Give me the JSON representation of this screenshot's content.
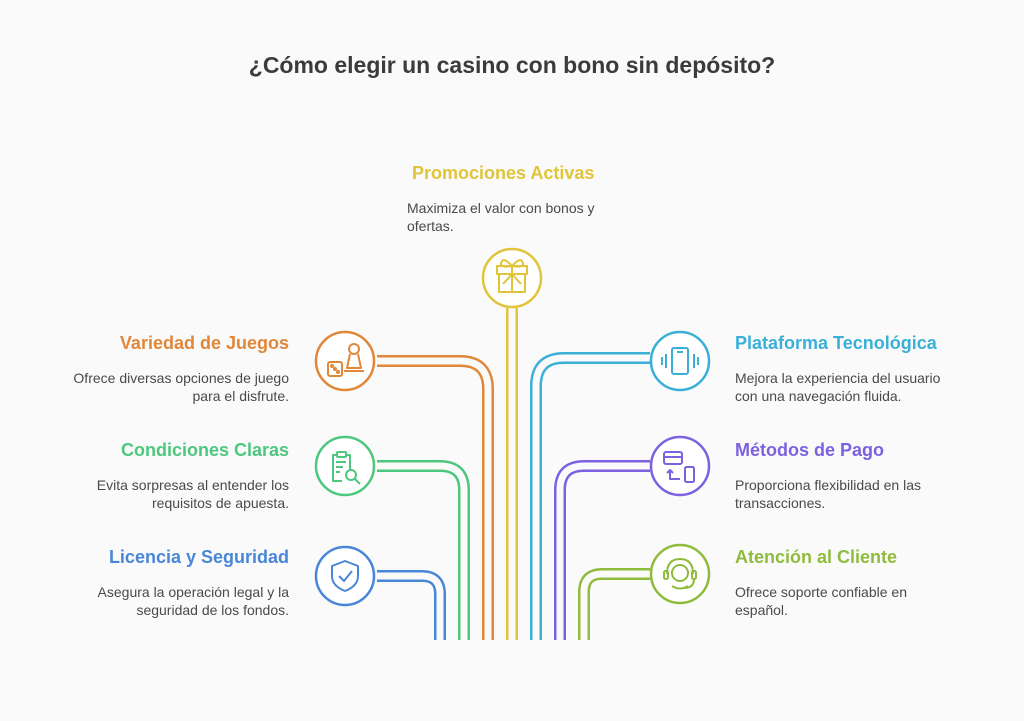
{
  "title": "¿Cómo elegir un casino con bono sin depósito?",
  "colors": {
    "promociones": "#e0c43a",
    "variedad": "#e0873a",
    "condiciones": "#4ec77e",
    "licencia": "#4a86d8",
    "plataforma": "#3ab0d8",
    "metodos": "#7c62e0",
    "atencion": "#8fbc3c"
  },
  "items": {
    "promociones": {
      "heading": "Promociones Activas",
      "description": "Maximiza el valor con bonos y ofertas.",
      "icon": "gift-icon"
    },
    "variedad": {
      "heading": "Variedad de Juegos",
      "description": "Ofrece diversas opciones de juego para el disfrute.",
      "icon": "game-pieces-icon"
    },
    "condiciones": {
      "heading": "Condiciones Claras",
      "description": "Evita sorpresas al entender los requisitos de apuesta.",
      "icon": "clipboard-search-icon"
    },
    "licencia": {
      "heading": "Licencia y Seguridad",
      "description": "Asegura la operación legal y la seguridad de los fondos.",
      "icon": "shield-check-icon"
    },
    "plataforma": {
      "heading": "Plataforma Tecnológica",
      "description": "Mejora la experiencia del usuario con una navegación fluida.",
      "icon": "mobile-vibrate-icon"
    },
    "metodos": {
      "heading": "Métodos de Pago",
      "description": "Proporciona flexibilidad en las transacciones.",
      "icon": "payment-transfer-icon"
    },
    "atencion": {
      "heading": "Atención al Cliente",
      "description": "Ofrece soporte confiable en español.",
      "icon": "headset-support-icon"
    }
  }
}
